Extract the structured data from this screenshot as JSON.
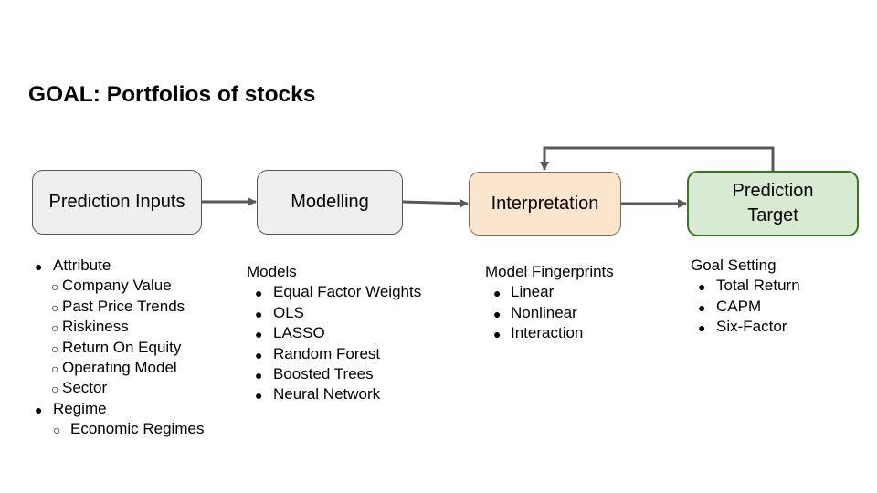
{
  "title": "GOAL: Portfolios of stocks",
  "boxes": {
    "inputs": "Prediction Inputs",
    "modelling": "Modelling",
    "interpretation": "Interpretation",
    "target_line1": "Prediction",
    "target_line2": "Target"
  },
  "inputs_list": {
    "attribute": "Attribute",
    "attributes": [
      "Company Value",
      "Past Price Trends",
      "Riskiness",
      "Return On Equity",
      "Operating Model",
      "Sector"
    ],
    "regime": "Regime",
    "regimes": [
      "Economic Regimes"
    ]
  },
  "models": {
    "heading": "Models",
    "items": [
      "Equal Factor Weights",
      "OLS",
      "LASSO",
      "Random Forest",
      "Boosted Trees",
      "Neural Network"
    ]
  },
  "fingerprints": {
    "heading": "Model Fingerprints",
    "items": [
      "Linear",
      "Nonlinear",
      "Interaction"
    ]
  },
  "goal_setting": {
    "heading": "Goal Setting",
    "items": [
      "Total Return",
      "CAPM",
      "Six-Factor"
    ]
  },
  "colors": {
    "neutral_fill": "#efefef",
    "interpretation_fill": "#fce5cd",
    "target_fill": "#d9ead3",
    "target_border": "#38761d",
    "connector": "#595959"
  }
}
